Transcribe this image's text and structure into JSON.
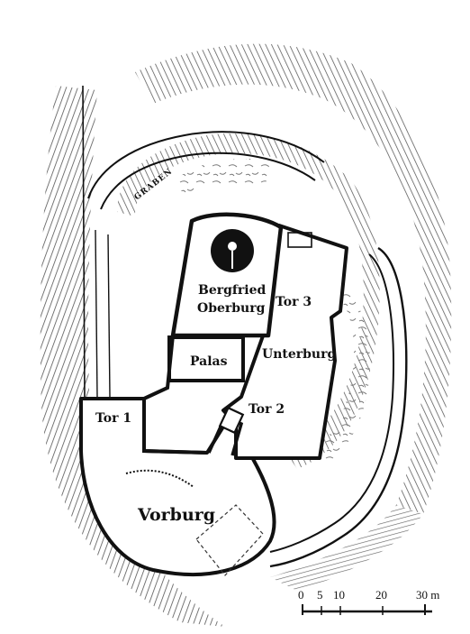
{
  "labels": {
    "graben": "GRABEN",
    "bergfried": "Bergfried",
    "oberburg": "Oberburg",
    "tor3": "Tor 3",
    "palas": "Palas",
    "unterburg": "Unterburg",
    "tor1": "Tor 1",
    "tor2": "Tor 2",
    "vorburg": "Vorburg"
  },
  "scale": {
    "ticks": [
      "0",
      "5",
      "10",
      "20",
      "30 m"
    ]
  },
  "colors": {
    "ink": "#111111",
    "paper": "#ffffff",
    "hatch": "#555555"
  }
}
